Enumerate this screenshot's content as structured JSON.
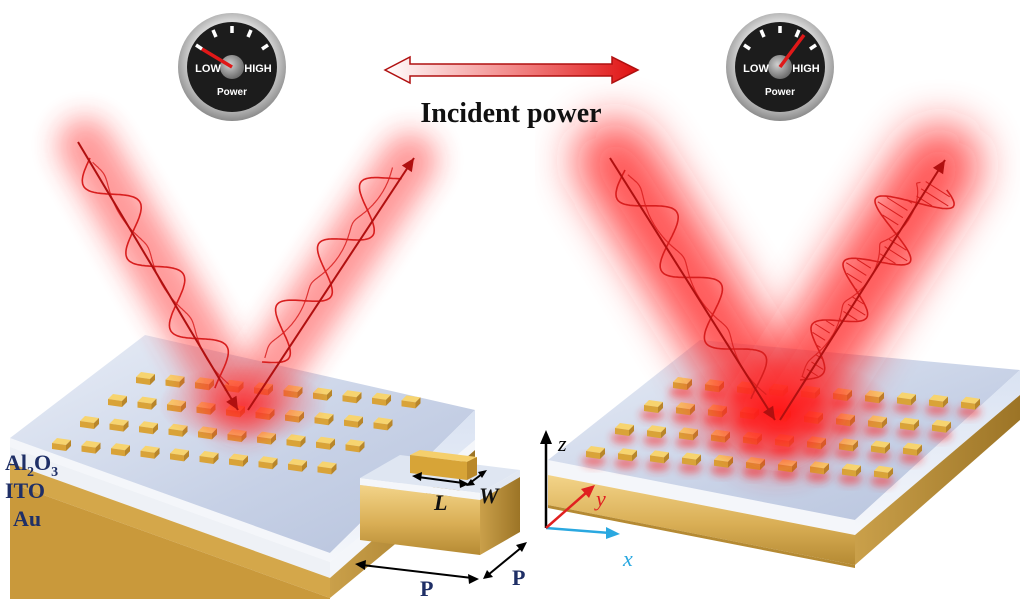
{
  "title": "Incident power",
  "gauges": {
    "left": {
      "low": "LOW",
      "high": "HIGH",
      "caption": "Power",
      "level": 0.0
    },
    "right": {
      "low": "LOW",
      "high": "HIGH",
      "caption": "Power",
      "level": 1.0
    }
  },
  "layers": {
    "top": "Al2O3",
    "middle": "ITO",
    "bottom": "Au"
  },
  "layer_label_parts": {
    "al": "Al",
    "sub2": "2",
    "o": "O",
    "sub3": "3"
  },
  "unit_cell": {
    "length": "L",
    "width": "W",
    "period_x": "P",
    "period_y": "P"
  },
  "axes": {
    "x": "x",
    "y": "y",
    "z": "z"
  },
  "colors": {
    "beam": "#ff2a2a",
    "wave": "#d81e1e",
    "gold_block": "#f0b336",
    "substrate_gold": "#d9ae55",
    "label_blue": "#1f2f66",
    "axis_x": "#2aa8e0",
    "axis_y": "#e02020",
    "axis_z": "#000000"
  }
}
